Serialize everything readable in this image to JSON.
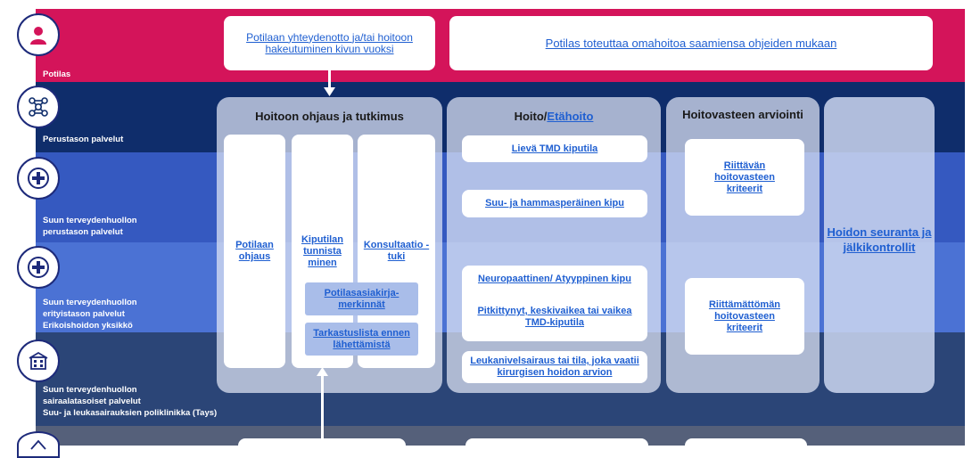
{
  "rows": [
    {
      "label": "Potilas",
      "color": "#d4145a",
      "icon": "person-icon"
    },
    {
      "label": "Perustason palvelut",
      "color": "#0f2d6b",
      "icon": "network-icon"
    },
    {
      "label": "Suun terveydenhuollon\n perustason palvelut",
      "color": "#3559c0",
      "icon": "plus-icon"
    },
    {
      "label": "Suun terveydenhuollon\nerityistason palvelut\nErikoishoidon yksikkö",
      "color": "#4b72d4",
      "icon": "plus-icon"
    },
    {
      "label": "Suun terveydenhuollon\nsairaalatasoiset palvelut\nSuu- ja leukasairauksien poliklinikka (Tays)",
      "color": "#2b4577",
      "icon": "hospital-icon"
    }
  ],
  "patient": {
    "contact_link": "Potilaan yhteydenotto ja/tai hoitoon hakeutuminen kivun vuoksi",
    "selfcare_link": "Potilas toteuttaa omahoitoa saamiensa ohjeiden mukaan"
  },
  "columns": {
    "referral": {
      "title": "Hoitoon ohjaus ja tutkimus",
      "items": [
        "Potilaan ohjaus",
        "Kiputilan tunnista minen",
        "Konsultaatio - tuki"
      ],
      "subitems": [
        "Potilasasiakirja-merkinnät",
        "Tarkastuslista ennen lähettämistä"
      ]
    },
    "treatment": {
      "title_prefix": "Hoito/",
      "title_link": "Etähoito",
      "items": [
        "Lievä TMD kiputila",
        "Suu- ja hammasperäinen kipu",
        "Neuropaattinen/ Atyyppinen kipu",
        "Pitkittynyt, keskivaikea tai vaikea TMD-kiputila",
        "Leukanivelsairaus tai tila, joka vaatii kirurgisen hoidon arvion"
      ]
    },
    "evaluation": {
      "title": "Hoitovasteen arviointi",
      "items": [
        "Riittävän hoitovasteen kriteerit",
        "Riittämättömän hoitovasteen kriteerit"
      ]
    },
    "followup": {
      "link": "Hoidon seuranta ja jälkikontrollit"
    }
  }
}
